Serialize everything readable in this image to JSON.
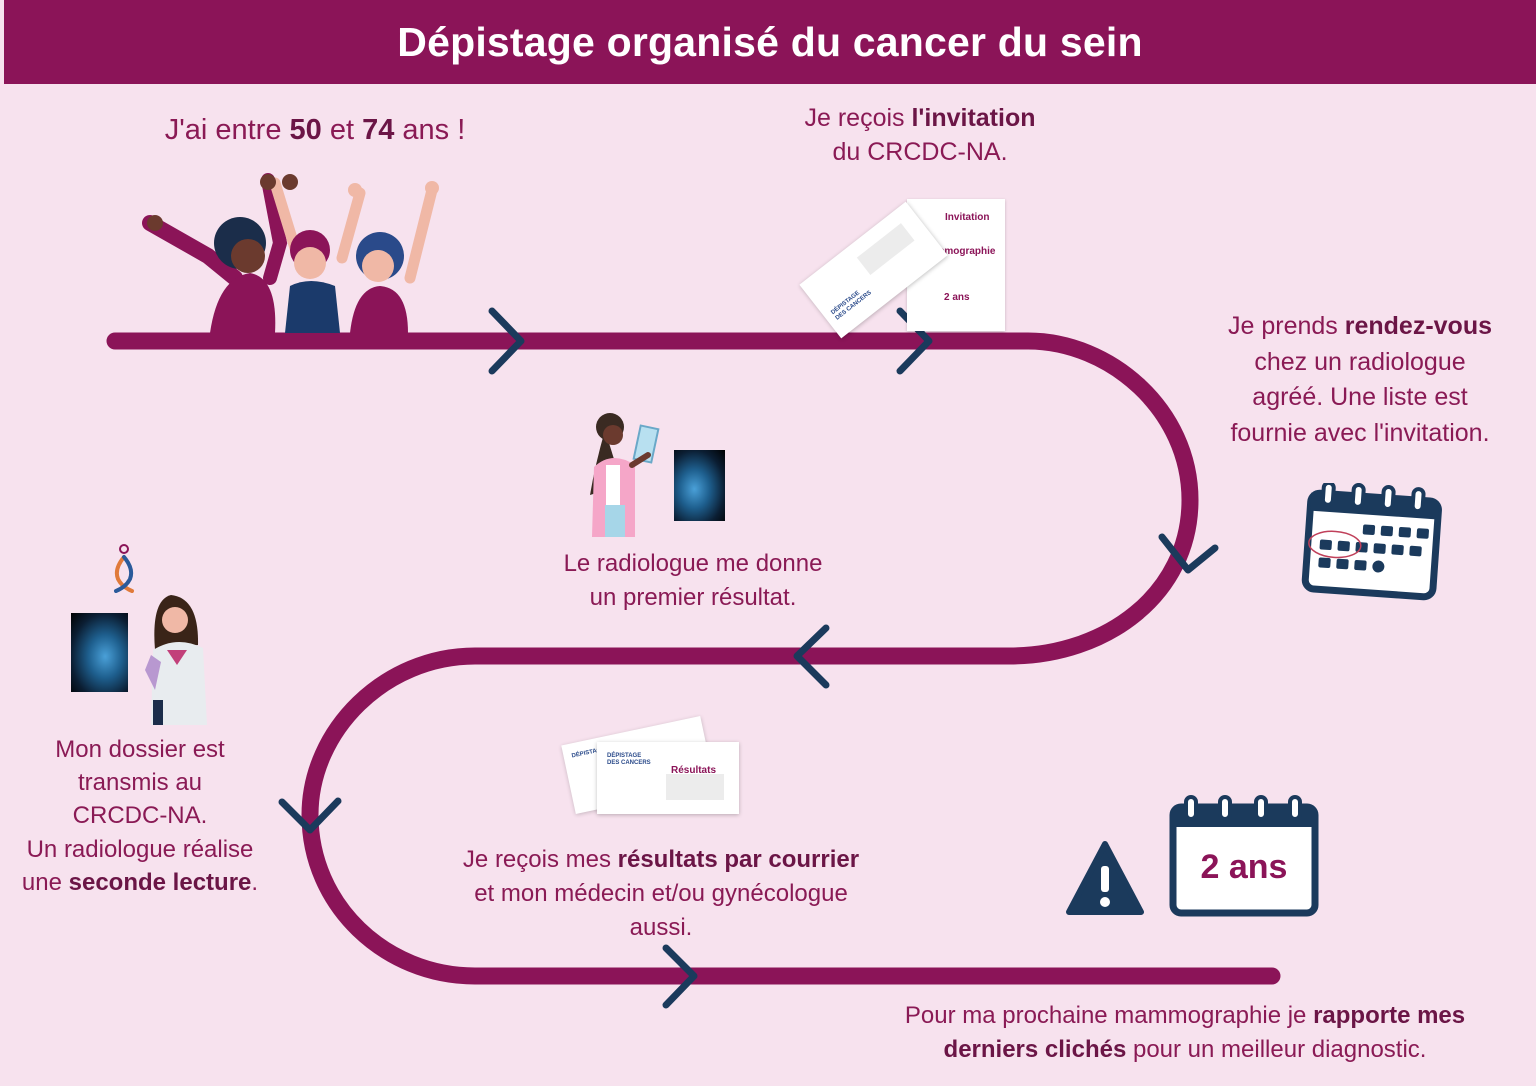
{
  "title": "Dépistage organisé du cancer du sein",
  "colors": {
    "background": "#f7e2ee",
    "brand": "#8b1458",
    "navy": "#1b3a5c",
    "text": "#8a1a55"
  },
  "steps": {
    "age": {
      "pre": "J'ai entre ",
      "age_min": "50",
      "mid": " et ",
      "age_max": "74",
      "post": " ans !"
    },
    "invitation": {
      "pre": "Je reçois ",
      "bold": "l'invitation",
      "line2": "du CRCDC-NA."
    },
    "rdv": {
      "pre": "Je prends ",
      "bold": "rendez-vous",
      "line2": "chez un radiologue",
      "line3": "agréé. Une liste est",
      "line4": "fournie avec l'invitation."
    },
    "first_result": {
      "line1": "Le radiologue me donne",
      "line2": "un premier résultat."
    },
    "second_reading": {
      "line1": "Mon dossier est",
      "line2": "transmis au",
      "line3": "CRCDC-NA.",
      "line4": "Un radiologue réalise",
      "pre5": "une ",
      "bold5": "seconde lecture",
      "post5": "."
    },
    "results": {
      "pre": "Je reçois mes ",
      "bold": "résultats par courrier",
      "line2": "et mon médecin et/ou gynécologue",
      "line3": "aussi."
    },
    "next": {
      "pre": "Pour ma prochaine mammographie je ",
      "bold1": "rapporte mes",
      "bold2": "derniers clichés",
      "post": " pour un meilleur diagnostic."
    }
  },
  "invitation_card": {
    "line1": "Invitation",
    "line2": "mammographie",
    "line3": "2 ans"
  },
  "envelope_logo": {
    "line1": "DÉPISTAGE",
    "line2": "DES CANCERS"
  },
  "results_card": {
    "label": "Résultats"
  },
  "calendar_badge": {
    "label": "2 ans"
  },
  "icons": [
    "chevron-right-icon",
    "chevron-left-icon",
    "chevron-down-icon",
    "calendar-icon",
    "warning-icon",
    "envelope-icon",
    "mammogram-image"
  ]
}
